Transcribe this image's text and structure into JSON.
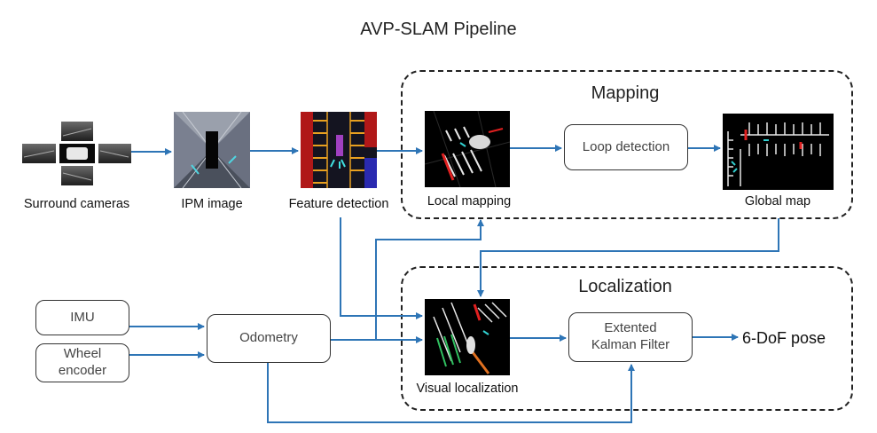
{
  "title": "AVP-SLAM Pipeline",
  "groups": {
    "mapping": "Mapping",
    "localization": "Localization"
  },
  "images": {
    "surround_cameras": "Surround cameras",
    "ipm_image": "IPM image",
    "feature_detection": "Feature detection",
    "local_mapping": "Local mapping",
    "global_map": "Global map",
    "visual_localization": "Visual localization"
  },
  "boxes": {
    "loop_detection": "Loop detection",
    "imu": "IMU",
    "wheel_encoder": "Wheel encoder",
    "odometry": "Odometry",
    "ekf": "Extented Kalman Filter"
  },
  "output": "6-DoF pose",
  "colors": {
    "arrow": "#2E75B6",
    "frame": "#222222",
    "box_border": "#333333"
  }
}
